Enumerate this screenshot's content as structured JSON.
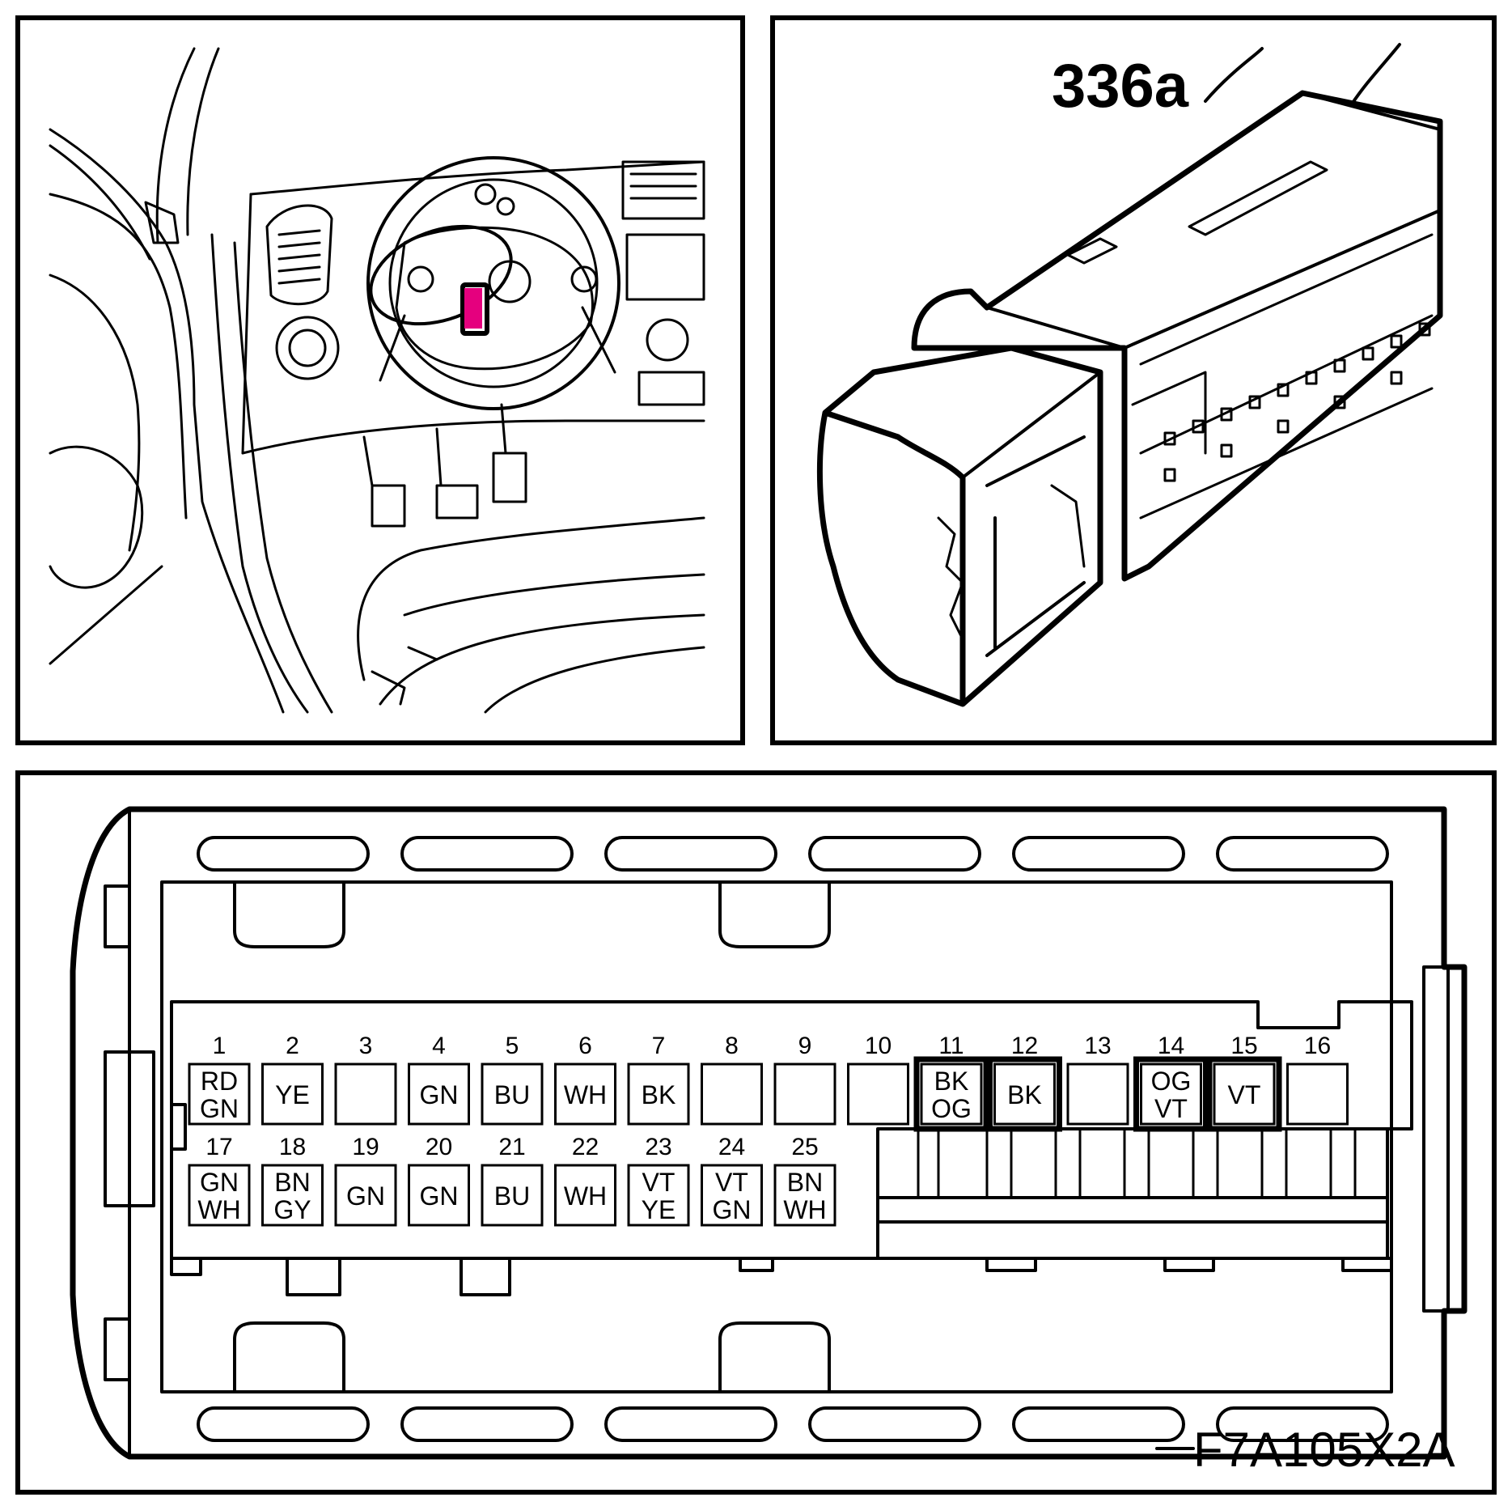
{
  "connector_label": "336a",
  "diagram_code": "F7A105X2A",
  "highlight_color": "#E5007E",
  "pins_top": [
    {
      "n": "1",
      "c1": "RD",
      "c2": "GN",
      "hl": false
    },
    {
      "n": "2",
      "c1": "YE",
      "c2": "",
      "hl": false
    },
    {
      "n": "3",
      "c1": "",
      "c2": "",
      "hl": false
    },
    {
      "n": "4",
      "c1": "GN",
      "c2": "",
      "hl": false
    },
    {
      "n": "5",
      "c1": "BU",
      "c2": "",
      "hl": false
    },
    {
      "n": "6",
      "c1": "WH",
      "c2": "",
      "hl": false
    },
    {
      "n": "7",
      "c1": "BK",
      "c2": "",
      "hl": false
    },
    {
      "n": "8",
      "c1": "",
      "c2": "",
      "hl": false
    },
    {
      "n": "9",
      "c1": "",
      "c2": "",
      "hl": false
    },
    {
      "n": "10",
      "c1": "",
      "c2": "",
      "hl": false
    },
    {
      "n": "11",
      "c1": "BK",
      "c2": "OG",
      "hl": true
    },
    {
      "n": "12",
      "c1": "BK",
      "c2": "",
      "hl": true
    },
    {
      "n": "13",
      "c1": "",
      "c2": "",
      "hl": false
    },
    {
      "n": "14",
      "c1": "OG",
      "c2": "VT",
      "hl": true
    },
    {
      "n": "15",
      "c1": "VT",
      "c2": "",
      "hl": true
    },
    {
      "n": "16",
      "c1": "",
      "c2": "",
      "hl": false
    }
  ],
  "pins_bottom": [
    {
      "n": "17",
      "c1": "GN",
      "c2": "WH"
    },
    {
      "n": "18",
      "c1": "BN",
      "c2": "GY"
    },
    {
      "n": "19",
      "c1": "GN",
      "c2": ""
    },
    {
      "n": "20",
      "c1": "GN",
      "c2": ""
    },
    {
      "n": "21",
      "c1": "BU",
      "c2": ""
    },
    {
      "n": "22",
      "c1": "WH",
      "c2": ""
    },
    {
      "n": "23",
      "c1": "VT",
      "c2": "YE"
    },
    {
      "n": "24",
      "c1": "VT",
      "c2": "GN"
    },
    {
      "n": "25",
      "c1": "BN",
      "c2": "WH"
    }
  ]
}
